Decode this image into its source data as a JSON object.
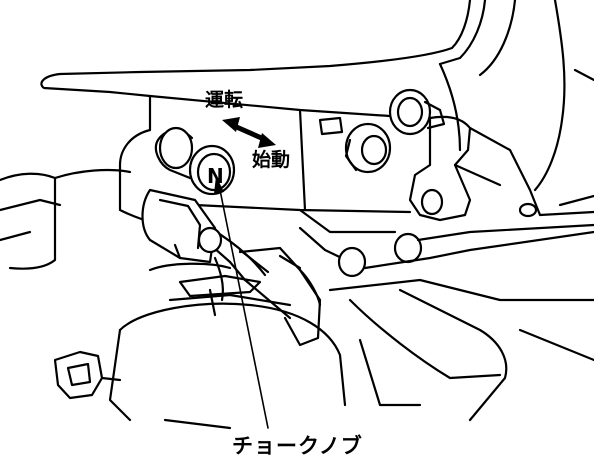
{
  "labels": {
    "run": "運転",
    "start": "始動",
    "choke_knob": "チョークノブ"
  },
  "knob": {
    "symbol": "N"
  },
  "colors": {
    "line": "#000000",
    "background": "#ffffff"
  }
}
